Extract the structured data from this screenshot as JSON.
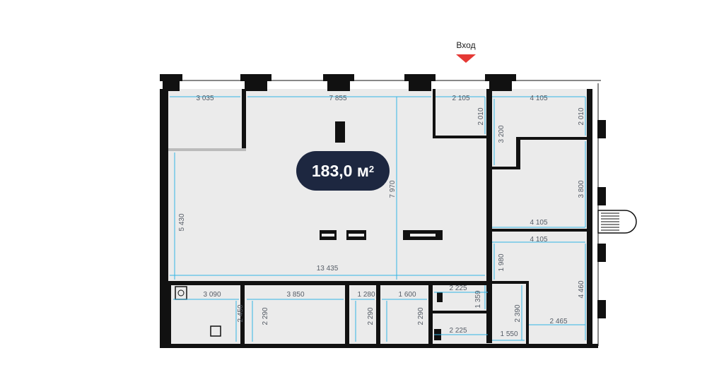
{
  "entrance_label": "Вход",
  "area": {
    "value": "183,0 м",
    "superscript": "2"
  },
  "colors": {
    "wall": "#111111",
    "floor": "#ebebeb",
    "dimension": "#33b5e5",
    "badge": "#1d2740",
    "entry_arrow": "#e53935"
  },
  "dimensions": {
    "top_left_room_width": "3 035",
    "hall_top_width": "7 855",
    "top_mid_width": "2 105",
    "top_right_width": "4 105",
    "top_mid_height": "2 010",
    "top_right_height": "2 010",
    "right_corridor_height": "3 200",
    "hall_left_height": "5 430",
    "hall_center_height": "7 970",
    "right_mid_height": "3 800",
    "right_mid_width": "4 105",
    "right_lower_width": "4 105",
    "right_lower_left_height": "1 980",
    "right_lower_height": "4 460",
    "hall_bottom_width": "13 435",
    "bath_width": "3 090",
    "bath_height": "2 450",
    "room2_width": "3 850",
    "room2_height": "2 290",
    "small_room_width": "1 280",
    "small_room_height": "2 290",
    "room3_width": "1 600",
    "room3_height": "2 290",
    "storage_top_width": "2 225",
    "storage_top_height": "1 359",
    "storage_bottom_width": "2 225",
    "room4_width": "1 550",
    "room4_height": "2 390",
    "bottom_right_width": "2 465"
  }
}
